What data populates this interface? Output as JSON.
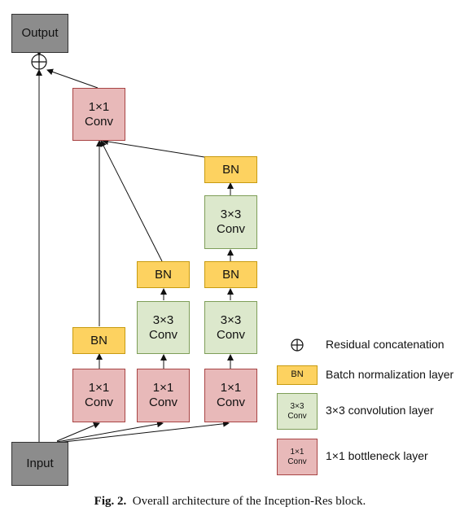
{
  "nodes": {
    "output": "Output",
    "input": "Input",
    "conv1_top": "1×1\nConv",
    "b1_bn": "BN",
    "b1_conv": "1×1\nConv",
    "b2_bn": "BN",
    "b2_conv3": "3×3\nConv",
    "b2_conv1": "1×1\nConv",
    "b3_bn_top": "BN",
    "b3_conv3_top": "3×3\nConv",
    "b3_bn_mid": "BN",
    "b3_conv3_bot": "3×3\nConv",
    "b3_conv1": "1×1\nConv"
  },
  "legend": {
    "residual_label": "Residual concatenation",
    "bn_sample": "BN",
    "bn_label": "Batch normalization layer",
    "conv3_sample": "3×3\nConv",
    "conv3_label": "3×3 convolution layer",
    "conv1_sample": "1×1\nConv",
    "conv1_label": "1×1 bottleneck layer"
  },
  "caption": {
    "label": "Fig. 2.",
    "text": "Overall architecture of the Inception-Res block."
  },
  "colors": {
    "gray_fill": "#8c8c8c",
    "conv1_fill": "#e8b9b9",
    "conv3_fill": "#dce8cc",
    "bn_fill": "#fdd260"
  }
}
